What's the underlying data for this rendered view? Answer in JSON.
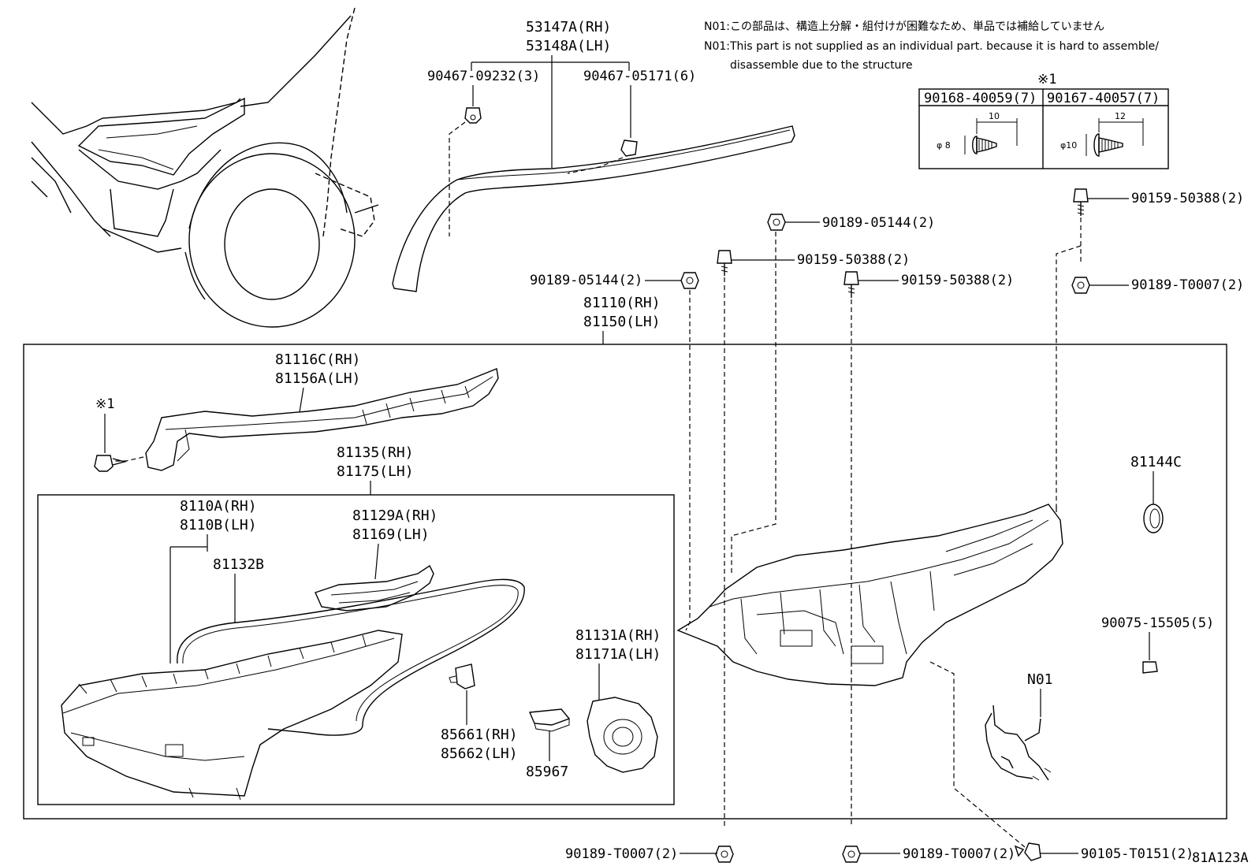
{
  "notes": {
    "line1": "N01:この部品は、構造上分解・組付けが困難なため、単品では補給していません",
    "line2": "N01:This part is not supplied as an individual part. because it is hard to assemble/",
    "line3": "disassemble due to the structure"
  },
  "screw_table": {
    "marker": "※1",
    "col1_part": "90168-40059(7)",
    "col2_part": "90167-40057(7)",
    "col1_len": "10",
    "col2_len": "12",
    "col1_dia": "φ 8",
    "col2_dia": "φ10"
  },
  "parts": {
    "p53147": "53147A(RH)",
    "p53148": "53148A(LH)",
    "p90467a": "90467-09232(3)",
    "p90467b": "90467-05171(6)",
    "p90189_top": "90189-05144(2)",
    "p90159_top_right": "90159-50388(2)",
    "p90159_mid": "90159-50388(2)",
    "p90159_mid2": "90159-50388(2)",
    "p90189_left": "90189-05144(2)",
    "p90189_t_right": "90189-T0007(2)",
    "p81110": "81110(RH)",
    "p81150": "81150(LH)",
    "p81116": "81116C(RH)",
    "p81156": "81156A(LH)",
    "marker_left": "※1",
    "p81135": "81135(RH)",
    "p81175": "81175(LH)",
    "p8110a": "8110A(RH)",
    "p8110b": "8110B(LH)",
    "p81132": "81132B",
    "p81129": "81129A(RH)",
    "p81169": "81169(LH)",
    "p81131": "81131A(RH)",
    "p81171": "81171A(LH)",
    "p85661": "85661(RH)",
    "p85662": "85662(LH)",
    "p85967": "85967",
    "p81144": "81144C",
    "p90075": "90075-15505(5)",
    "n01": "N01",
    "p90189_bot_left": "90189-T0007(2)",
    "p90189_bot_mid": "90189-T0007(2)",
    "p90105": "90105-T0151(2)"
  },
  "diagram_id": "81A123A"
}
